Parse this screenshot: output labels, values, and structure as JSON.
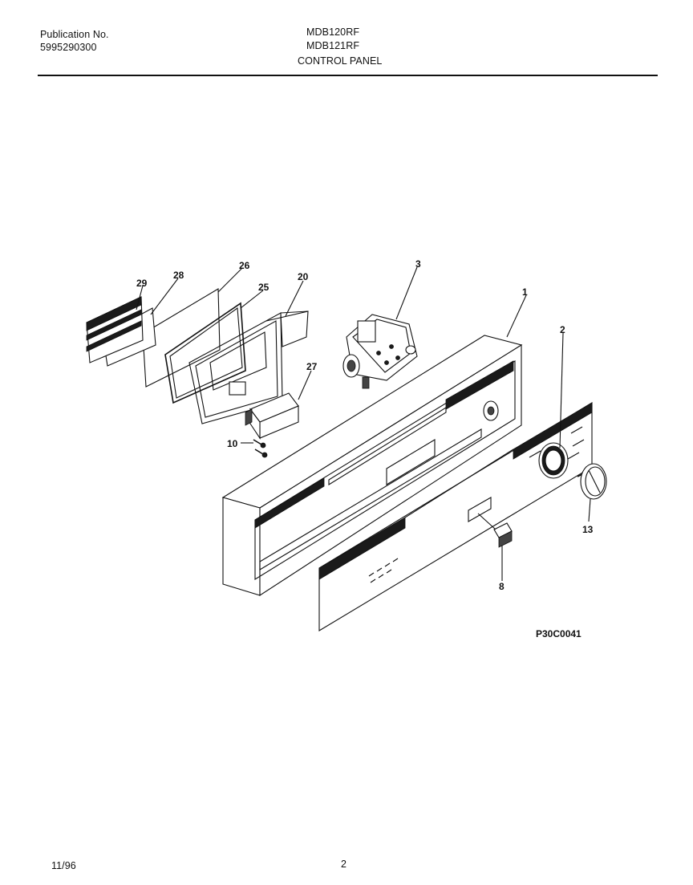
{
  "header": {
    "publication_label": "Publication No.",
    "publication_number": "5995290300",
    "model_1": "MDB120RF",
    "model_2": "MDB121RF",
    "section_title": "CONTROL PANEL"
  },
  "diagram": {
    "callouts": {
      "c29": "29",
      "c28": "28",
      "c26": "26",
      "c25": "25",
      "c20": "20",
      "c3": "3",
      "c1": "1",
      "c2": "2",
      "c27": "27",
      "c10": "10",
      "c13": "13",
      "c8": "8"
    },
    "figure_code": "P30C0041"
  },
  "footer": {
    "date": "11/96",
    "page_number": "2"
  }
}
